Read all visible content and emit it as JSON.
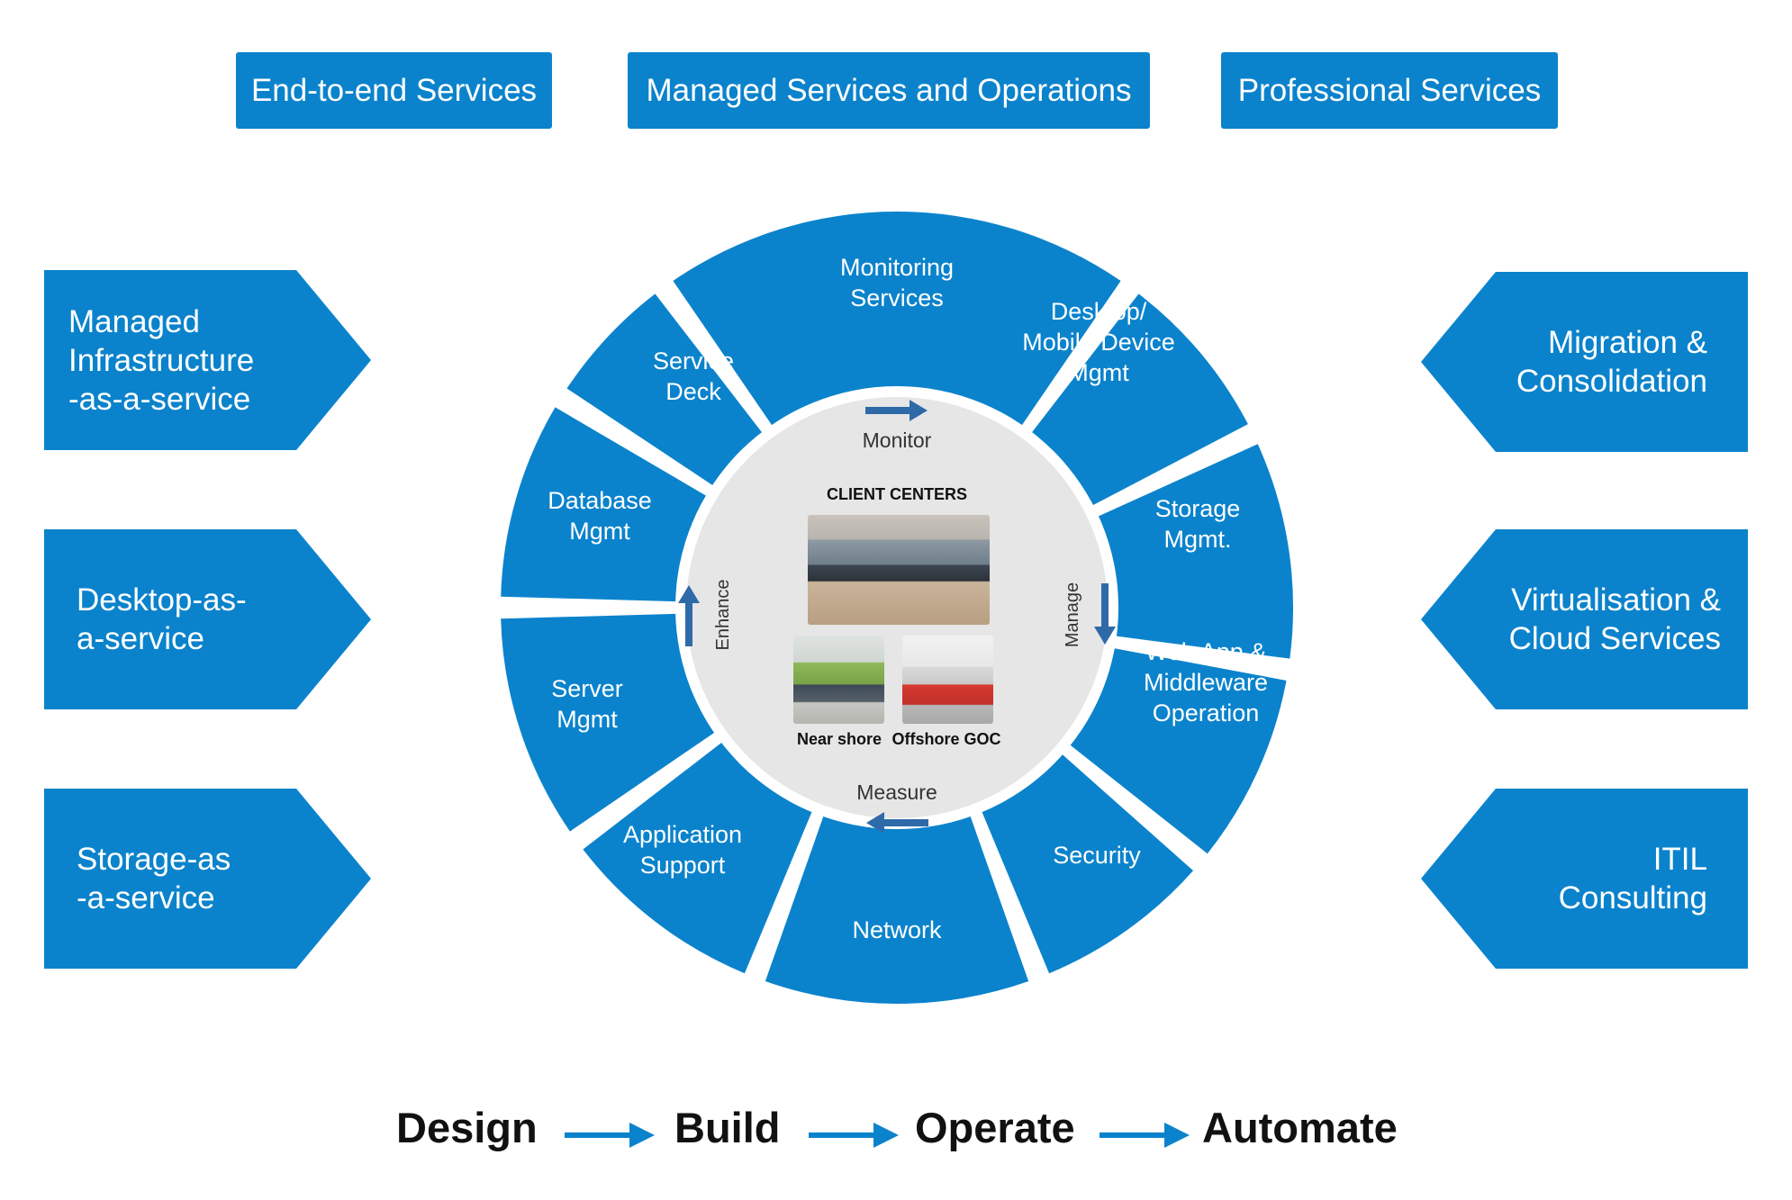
{
  "top_services": [
    "End-to-end Services",
    "Managed Services and Operations",
    "Professional Services"
  ],
  "left_offerings": [
    [
      "Managed",
      "Infrastructure",
      "-as-a-service"
    ],
    [
      "Desktop-as-",
      "a-service"
    ],
    [
      "Storage-as",
      "-a-service"
    ]
  ],
  "right_offerings": [
    [
      "Migration &",
      "Consolidation"
    ],
    [
      "Virtualisation &",
      "Cloud Services"
    ],
    [
      "ITIL",
      "Consulting"
    ]
  ],
  "segments": [
    {
      "lines": [
        "Monitoring",
        "Services"
      ]
    },
    {
      "lines": [
        "Desktop/",
        "Mobile Device",
        "Mgmt"
      ]
    },
    {
      "lines": [
        "Storage",
        "Mgmt."
      ]
    },
    {
      "lines": [
        "Web App &",
        "Middleware",
        "Operation"
      ]
    },
    {
      "lines": [
        "Security"
      ]
    },
    {
      "lines": [
        "Network"
      ]
    },
    {
      "lines": [
        "Application",
        "Support"
      ]
    },
    {
      "lines": [
        "Server",
        "Mgmt"
      ]
    },
    {
      "lines": [
        "Database",
        "Mgmt"
      ]
    },
    {
      "lines": [
        "Service",
        "Deck"
      ]
    }
  ],
  "cycle": {
    "monitor": "Monitor",
    "manage": "Manage",
    "measure": "Measure",
    "enhance": "Enhance"
  },
  "center": {
    "title": "CLIENT CENTERS",
    "near_shore": "Near shore",
    "offshore": "Offshore GOC"
  },
  "flow": [
    "Design",
    "Build",
    "Operate",
    "Automate"
  ],
  "colors": {
    "brand_blue": "#0b83cc",
    "arrow_blue": "#2f6aa8",
    "center_gray": "#e6e6e6"
  }
}
